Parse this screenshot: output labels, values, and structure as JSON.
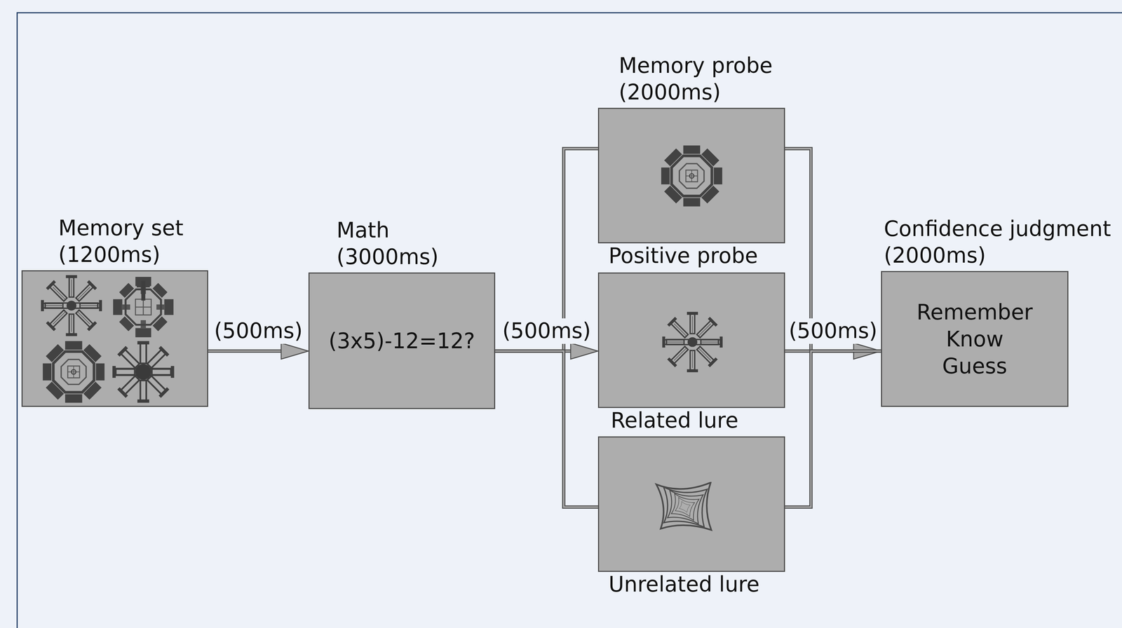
{
  "diagram": {
    "nodes": [
      {
        "text": [
          "Memory set (1200ms)"
        ]
      },
      {
        "text": [
          "Math (3000ms)",
          "(3x5)-12=12?"
        ]
      },
      {
        "text": [
          "Memory probe (2000ms)",
          "Positive probe"
        ]
      },
      {
        "text": [
          "Related lure"
        ]
      },
      {
        "text": [
          "Unrelated lure"
        ]
      },
      {
        "text": [
          "Confidence judgment (2000ms)",
          "Remember Know Guess"
        ]
      }
    ],
    "edges": [
      {
        "from": 0,
        "to": 1,
        "label": "(500ms)",
        "arrow": "to"
      },
      {
        "from": 1,
        "to": 2,
        "arrow": "none"
      },
      {
        "from": 1,
        "to": 3,
        "label": "(500ms)",
        "arrow": "to"
      },
      {
        "from": 1,
        "to": 4,
        "arrow": "none"
      },
      {
        "from": 2,
        "to": 5,
        "arrow": "none"
      },
      {
        "from": 3,
        "to": 5,
        "label": "(500ms)",
        "arrow": "to"
      },
      {
        "from": 4,
        "to": 5,
        "arrow": "none"
      }
    ]
  }
}
